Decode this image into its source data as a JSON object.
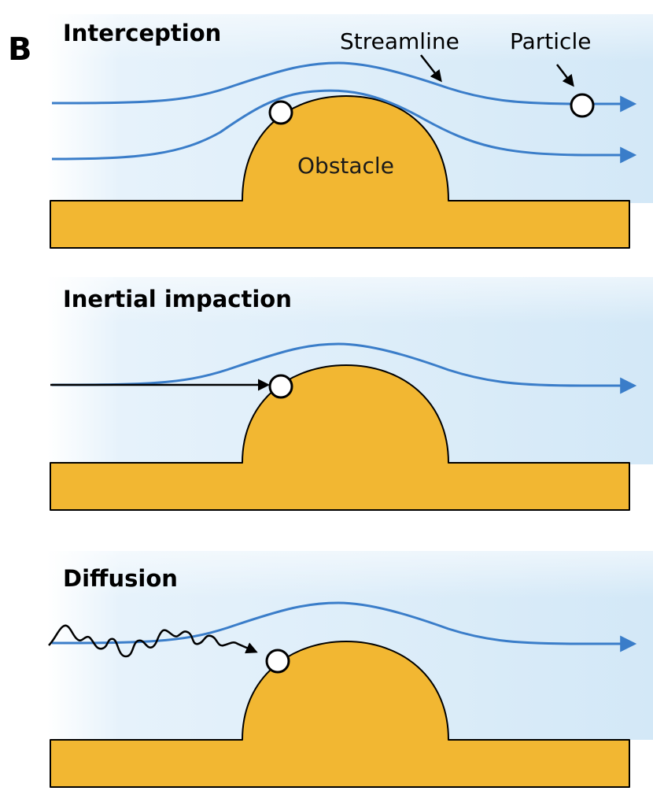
{
  "figure": {
    "panel_label": "B",
    "colors": {
      "flow_region": "#d6eaf8",
      "streamline": "#3a7dc9",
      "obstacle_fill": "#f2b732",
      "particle_fill": "#ffffff",
      "trajectory": "#000000"
    }
  },
  "panels": [
    {
      "title": "Interception",
      "obstacle_label": "Obstacle",
      "annotations": {
        "streamline": "Streamline",
        "particle": "Particle"
      }
    },
    {
      "title": "Inertial impaction"
    },
    {
      "title": "Diffusion"
    }
  ]
}
